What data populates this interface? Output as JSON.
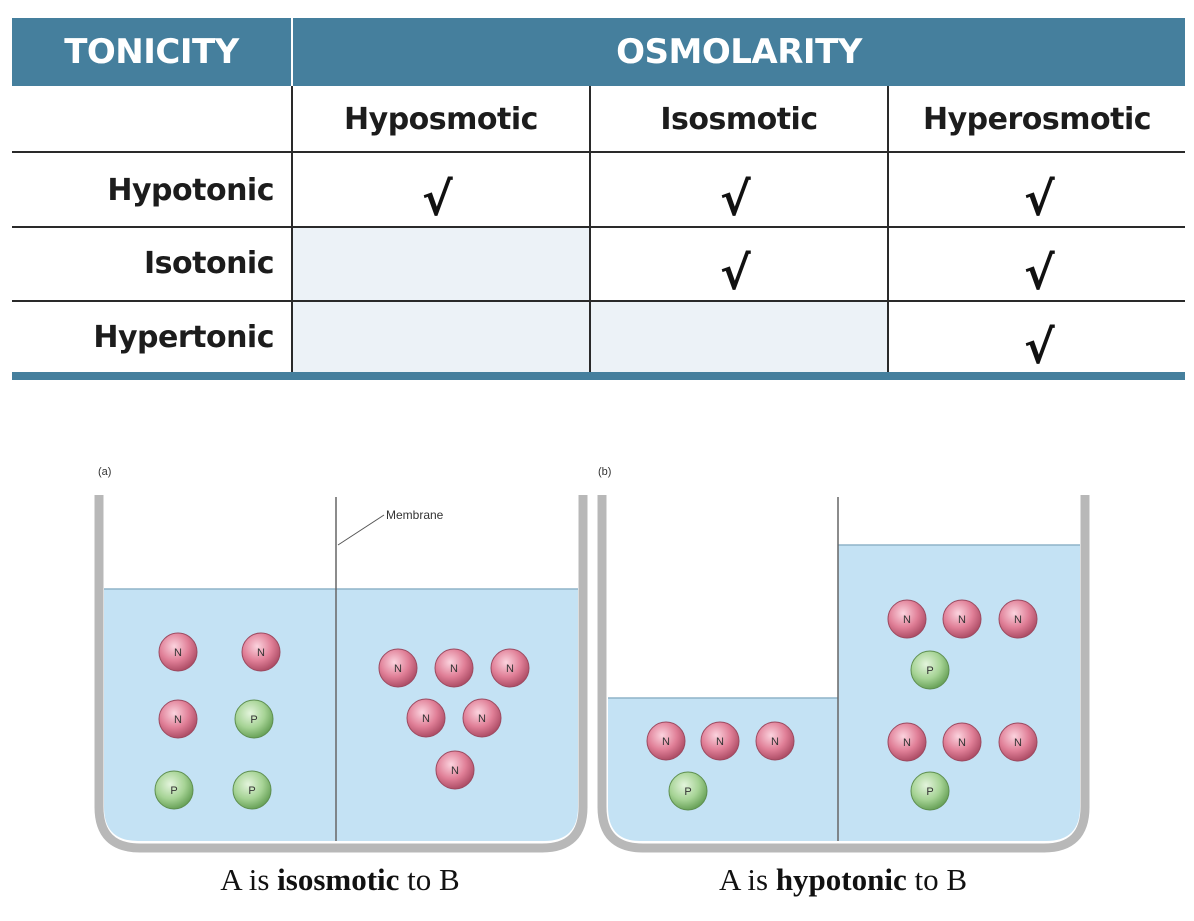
{
  "table": {
    "header_left": "TONICITY",
    "header_right": "OSMOLARITY",
    "columns": [
      "Hyposmotic",
      "Isosmotic",
      "Hyperosmotic"
    ],
    "rows": [
      {
        "label": "Hypotonic",
        "checks": [
          true,
          true,
          true
        ]
      },
      {
        "label": "Isotonic",
        "checks": [
          false,
          true,
          true
        ]
      },
      {
        "label": "Hypertonic",
        "checks": [
          false,
          false,
          true
        ]
      }
    ],
    "check_glyph": "√",
    "header_color": "#457f9d",
    "shade_color": "#ecf2f7"
  },
  "diagram": {
    "panel_a": {
      "label": "(a)",
      "membrane_label": "Membrane",
      "caption_pre": "A is ",
      "caption_bold": "isosmotic",
      "caption_post": " to B",
      "left_molecules": [
        "N",
        "N",
        "N",
        "P",
        "P",
        "P"
      ],
      "right_molecules": [
        "N",
        "N",
        "N",
        "N",
        "N",
        "N"
      ]
    },
    "panel_b": {
      "label": "(b)",
      "caption_pre": "A is ",
      "caption_bold": "hypotonic",
      "caption_post": " to B",
      "left_molecules": [
        "N",
        "N",
        "N",
        "P"
      ],
      "right_molecules": [
        "N",
        "N",
        "N",
        "P",
        "N",
        "N",
        "N",
        "P"
      ]
    },
    "colors": {
      "water": "#c4e2f4",
      "beaker": "#b5b5b5",
      "n_molecule": "#e07f97",
      "p_molecule": "#a6d395"
    }
  }
}
